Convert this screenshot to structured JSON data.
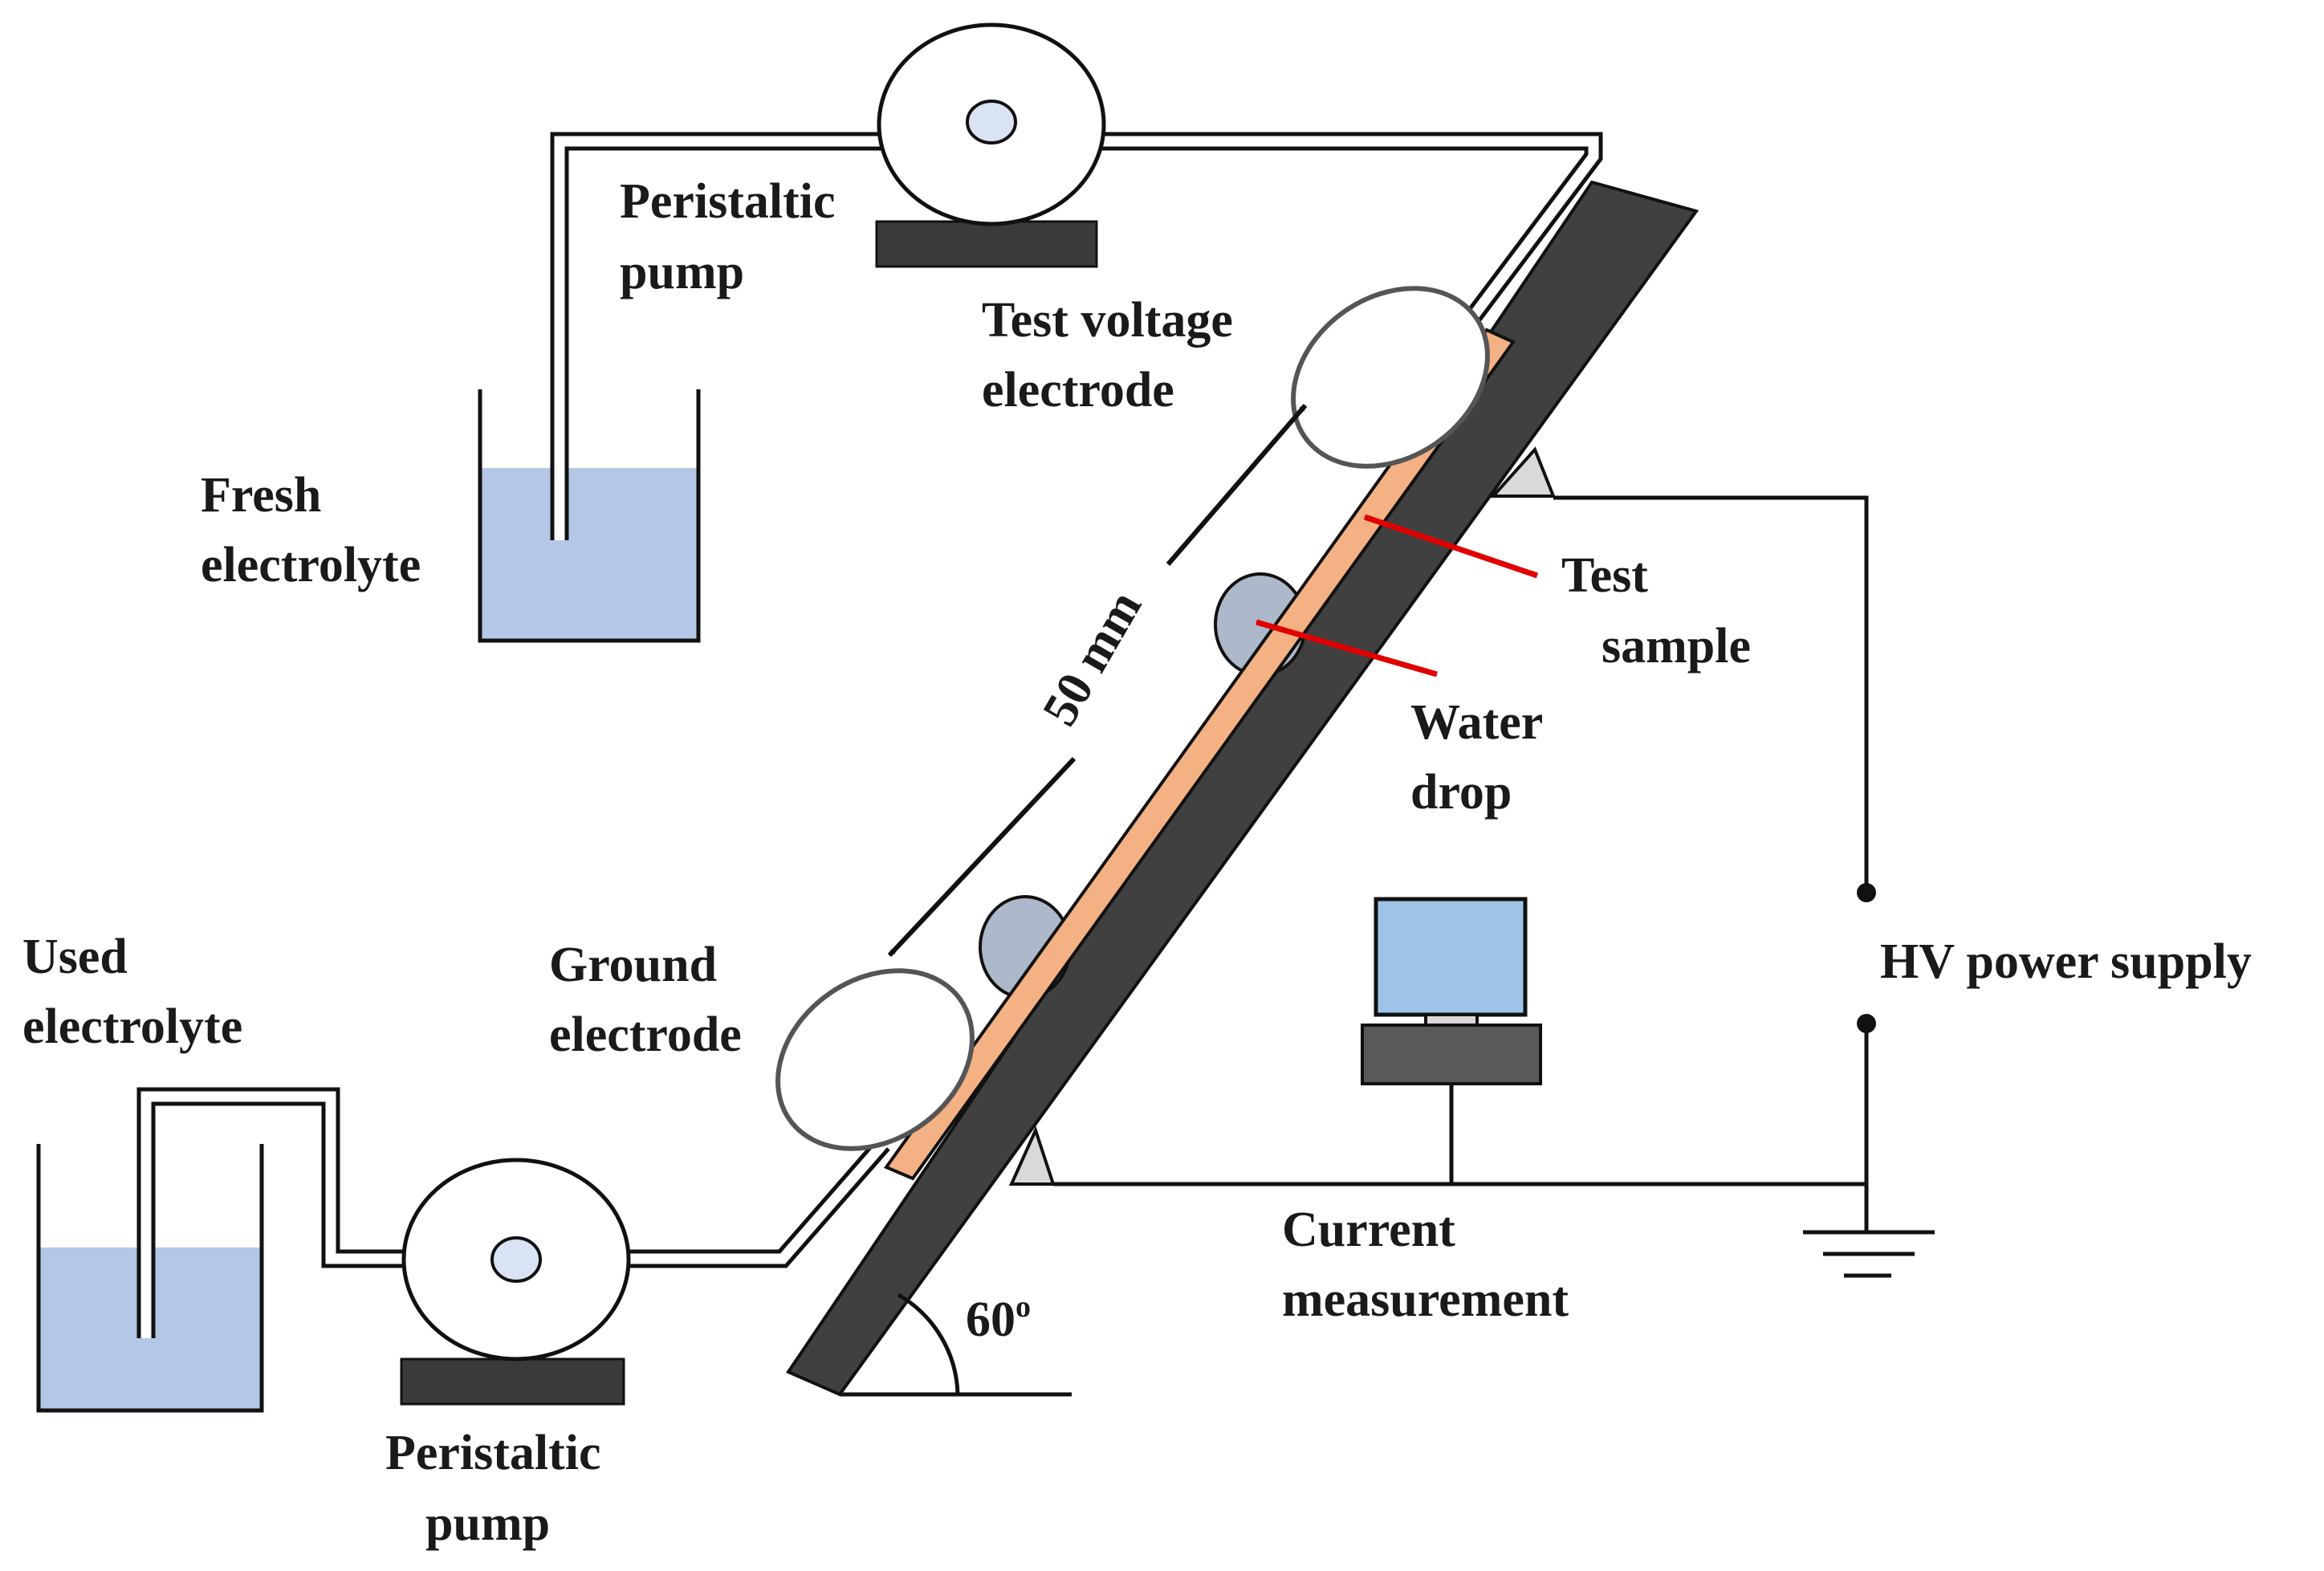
{
  "labels": {
    "peristaltic_pump_top": [
      "Peristaltic",
      "pump"
    ],
    "peristaltic_pump_bottom": [
      "Peristaltic",
      "pump"
    ],
    "fresh_electrolyte": [
      "Fresh",
      "electrolyte"
    ],
    "used_electrolyte": [
      "Used",
      "electrolyte"
    ],
    "test_voltage_electrode": [
      "Test voltage",
      "electrode"
    ],
    "ground_electrode": [
      "Ground",
      "electrode"
    ],
    "test_sample": [
      "Test",
      "sample"
    ],
    "water_drop": [
      "Water",
      "drop"
    ],
    "distance": "50 mm",
    "hv_power_supply": "HV power supply",
    "current_measurement": [
      "Current",
      "measurement"
    ],
    "angle": "60",
    "angle_unit": "o"
  },
  "colors": {
    "electrolyte": "#b4c7e7",
    "test_sample": "#f4b183",
    "plate": "#404040",
    "pump_base": "#3a3a3a",
    "water_drop": "#adb9ca",
    "monitor_screen": "#9dc3e6",
    "arrow": "#e00000"
  }
}
